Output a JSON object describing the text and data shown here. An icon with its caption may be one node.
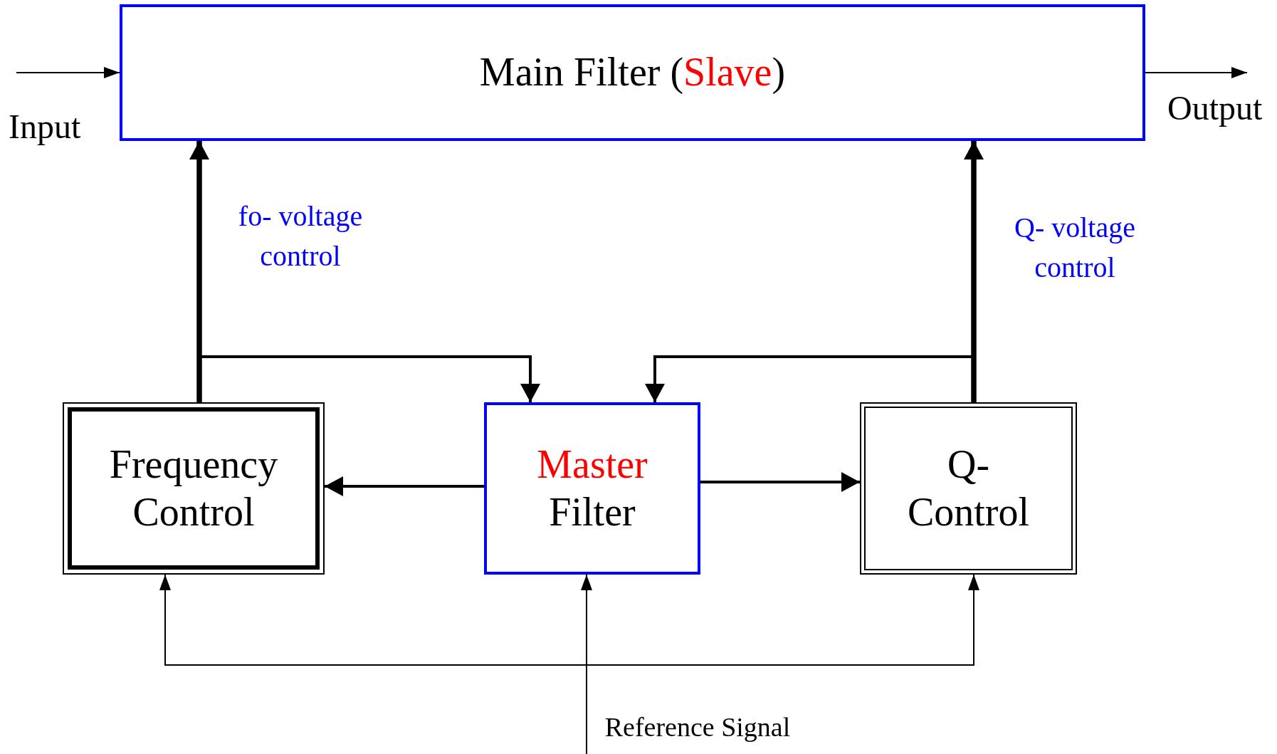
{
  "diagram": {
    "nodes": [
      {
        "text": [
          "Main Filter (Slave)"
        ]
      },
      {
        "text": [
          "Frequency Control"
        ]
      },
      {
        "text": [
          "Master Filter"
        ]
      },
      {
        "text": [
          "Q- Control"
        ]
      }
    ],
    "edges": [
      {
        "from": null,
        "to": 0,
        "arrow": "to",
        "label": "Input"
      },
      {
        "from": 0,
        "to": null,
        "arrow": "to",
        "label": "Output"
      },
      {
        "from": 1,
        "to": 0,
        "arrow": "to",
        "style": "thick",
        "label": "fo- voltage control"
      },
      {
        "from": 1,
        "to": 2,
        "arrow": "to"
      },
      {
        "from": 3,
        "to": 0,
        "arrow": "to",
        "style": "thick",
        "label": "Q- voltage control"
      },
      {
        "from": 3,
        "to": 2,
        "arrow": "to"
      },
      {
        "from": 2,
        "to": 1,
        "arrow": "to"
      },
      {
        "from": 2,
        "to": 3,
        "arrow": "to"
      },
      {
        "from": null,
        "to": 1,
        "arrow": "to"
      },
      {
        "from": null,
        "to": 2,
        "arrow": "to",
        "label": "Reference Signal"
      },
      {
        "from": null,
        "to": 3,
        "arrow": "to"
      }
    ]
  }
}
